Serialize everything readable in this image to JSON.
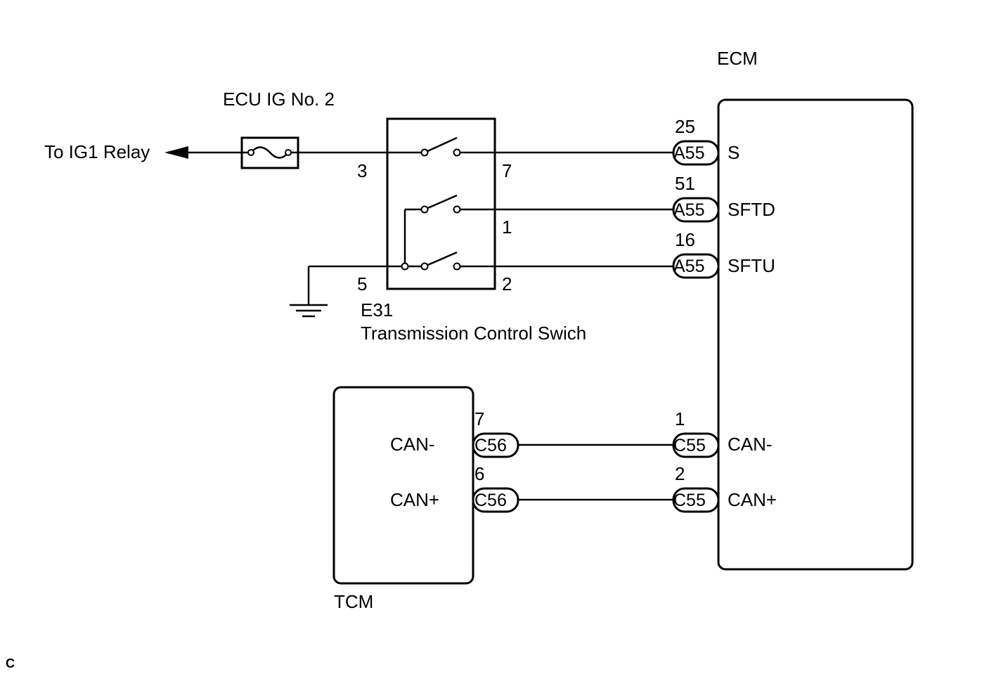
{
  "diagram": {
    "ecm": {
      "title": "ECM",
      "pins": {
        "s": "S",
        "sftd": "SFTD",
        "sftu": "SFTU",
        "can_minus": "CAN-",
        "can_plus": "CAN+"
      }
    },
    "tcm": {
      "title": "TCM",
      "pins": {
        "can_minus": "CAN-",
        "can_plus": "CAN+"
      }
    },
    "switch": {
      "code": "E31",
      "name": "Transmission Control Swich",
      "pins": {
        "p3": "3",
        "p7": "7",
        "p1": "1",
        "p5": "5",
        "p2": "2"
      }
    },
    "fuse": {
      "label": "ECU IG No. 2"
    },
    "relay": {
      "label": "To IG1 Relay"
    },
    "connectors": {
      "a55_s": {
        "code": "A55",
        "pin": "25"
      },
      "a55_sftd": {
        "code": "A55",
        "pin": "51"
      },
      "a55_sftu": {
        "code": "A55",
        "pin": "16"
      },
      "c55_canm": {
        "code": "C55",
        "pin": "1"
      },
      "c55_canp": {
        "code": "C55",
        "pin": "2"
      },
      "c56_canm": {
        "code": "C56",
        "pin": "7"
      },
      "c56_canp": {
        "code": "C56",
        "pin": "6"
      }
    },
    "corner_mark": "C"
  }
}
